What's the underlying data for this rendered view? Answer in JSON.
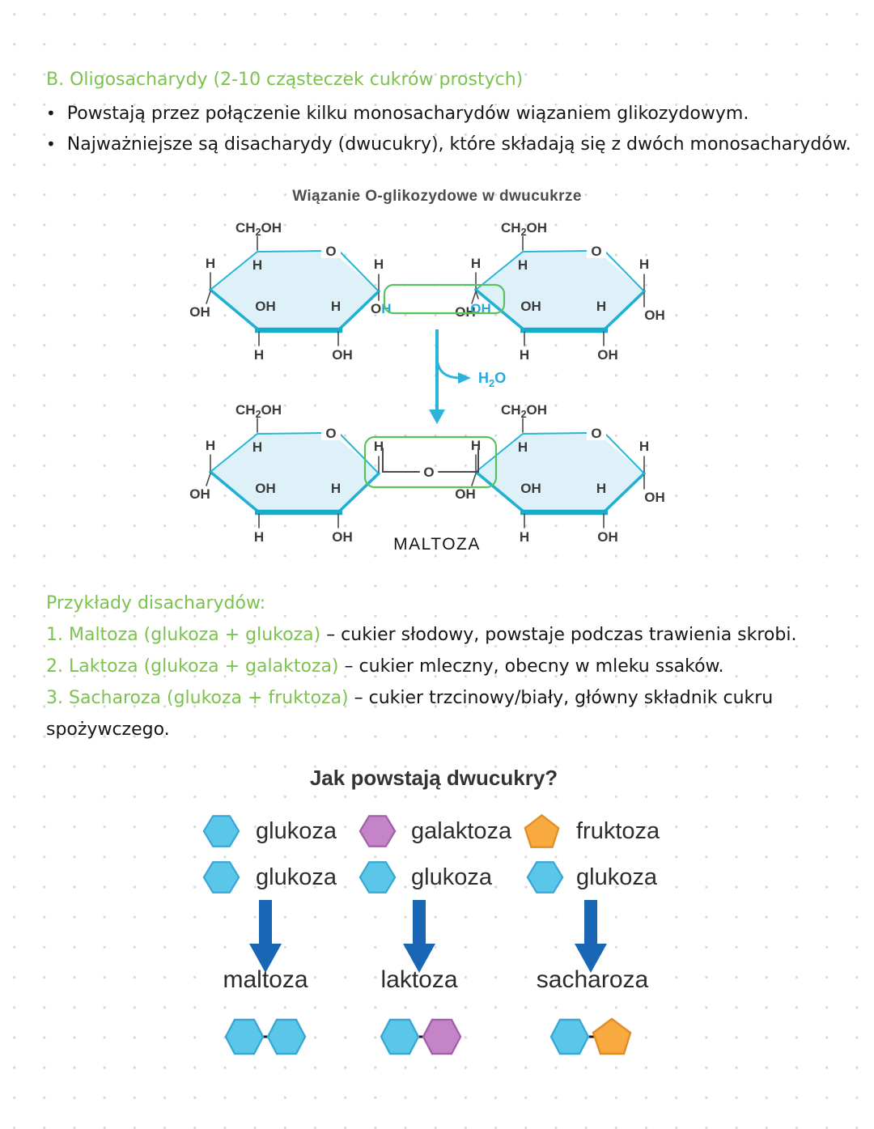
{
  "colors": {
    "heading_green": "#7cc24e",
    "body_text": "#161616",
    "ring_fill": "#dff1f8",
    "ring_stroke": "#2ab5d8",
    "cyan_label": "#29a8dc",
    "highlight_green_box": "#58c25d",
    "glucose_blue": "#5bc7e8",
    "galactose_purple": "#c684c8",
    "fructose_orange": "#f8a93f",
    "big_arrow_blue": "#1966b4"
  },
  "page": {
    "heading": "B. Oligosacharydy (2-10 cząsteczek cukrów prostych)",
    "bullet_char": "•",
    "bullets": [
      "Powstają przez połączenie kilku monosacharydów wiązaniem glikozydowym.",
      "Najważniejsze są disacharydy (dwucukry), które składają się z dwóch monosacharydów."
    ]
  },
  "figure1": {
    "title": "Wiązanie O-glikozydowe w dwucukrze",
    "product": "MALTOZA",
    "labels": {
      "ch": "CH",
      "sub2": "2",
      "oh": "OH",
      "o": "O",
      "h": "H"
    },
    "water": {
      "h": "H",
      "sub2": "2",
      "o": "O"
    }
  },
  "examples": {
    "heading": "Przykłady disacharydów:",
    "items": [
      {
        "green": "1. Maltoza (glukoza + glukoza)",
        "black": "– cukier słodowy, powstaje podczas trawienia skrobi."
      },
      {
        "green": "2. Laktoza (glukoza + galaktoza)",
        "black": "– cukier mleczny, obecny w mleku ssaków."
      },
      {
        "green": "3. Sacharoza (glukoza + fruktoza)",
        "black": "– cukier trzcinowy/biały, główny składnik cukru"
      }
    ],
    "continuation": "spożywczego."
  },
  "figure2": {
    "title": "Jak powstają dwucukry?",
    "row1": [
      "glukoza",
      "galaktoza",
      "fruktoza"
    ],
    "row2": [
      "glukoza",
      "glukoza",
      "glukoza"
    ],
    "products": [
      "maltoza",
      "laktoza",
      "sacharoza"
    ]
  }
}
